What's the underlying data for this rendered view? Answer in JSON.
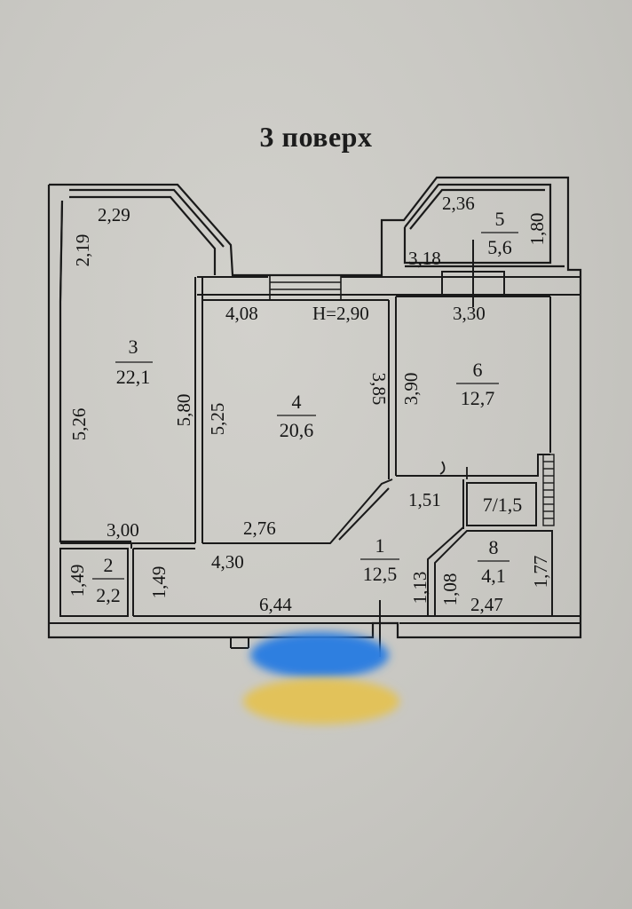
{
  "title": "3 поверх",
  "rooms": {
    "r1": {
      "number": "1",
      "area": "12,5"
    },
    "r2": {
      "number": "2",
      "area": "2,2"
    },
    "r3": {
      "number": "3",
      "area": "22,1"
    },
    "r4": {
      "number": "4",
      "area": "20,6"
    },
    "r5": {
      "number": "5",
      "area": "5,6"
    },
    "r6": {
      "number": "6",
      "area": "12,7"
    },
    "r7": {
      "label": "7/1,5"
    },
    "r8": {
      "number": "8",
      "area": "4,1"
    }
  },
  "ceiling_height": "H=2,90",
  "dimensions": {
    "d_2_29": "2,29",
    "d_2_19": "2,19",
    "d_5_26": "5,26",
    "d_5_80": "5,80",
    "d_3_00": "3,00",
    "d_1_49_a": "1,49",
    "d_1_49_b": "1,49",
    "d_4_08": "4,08",
    "d_5_25": "5,25",
    "d_3_85": "3,85",
    "d_2_76": "2,76",
    "d_4_30": "4,30",
    "d_6_44": "6,44",
    "d_1_13": "1,13",
    "d_2_36": "2,36",
    "d_1_80": "1,80",
    "d_3_18": "3,18",
    "d_3_30": "3,30",
    "d_3_90": "3,90",
    "d_1_51": "1,51",
    "d_1_08": "1,08",
    "d_1_77": "1,77",
    "d_2_47": "2,47"
  },
  "colors": {
    "ink": "#1a1a1a",
    "wall": "#1a1a1a",
    "flag_blue": "#2f7fe0",
    "flag_yellow": "#e2c25a"
  }
}
